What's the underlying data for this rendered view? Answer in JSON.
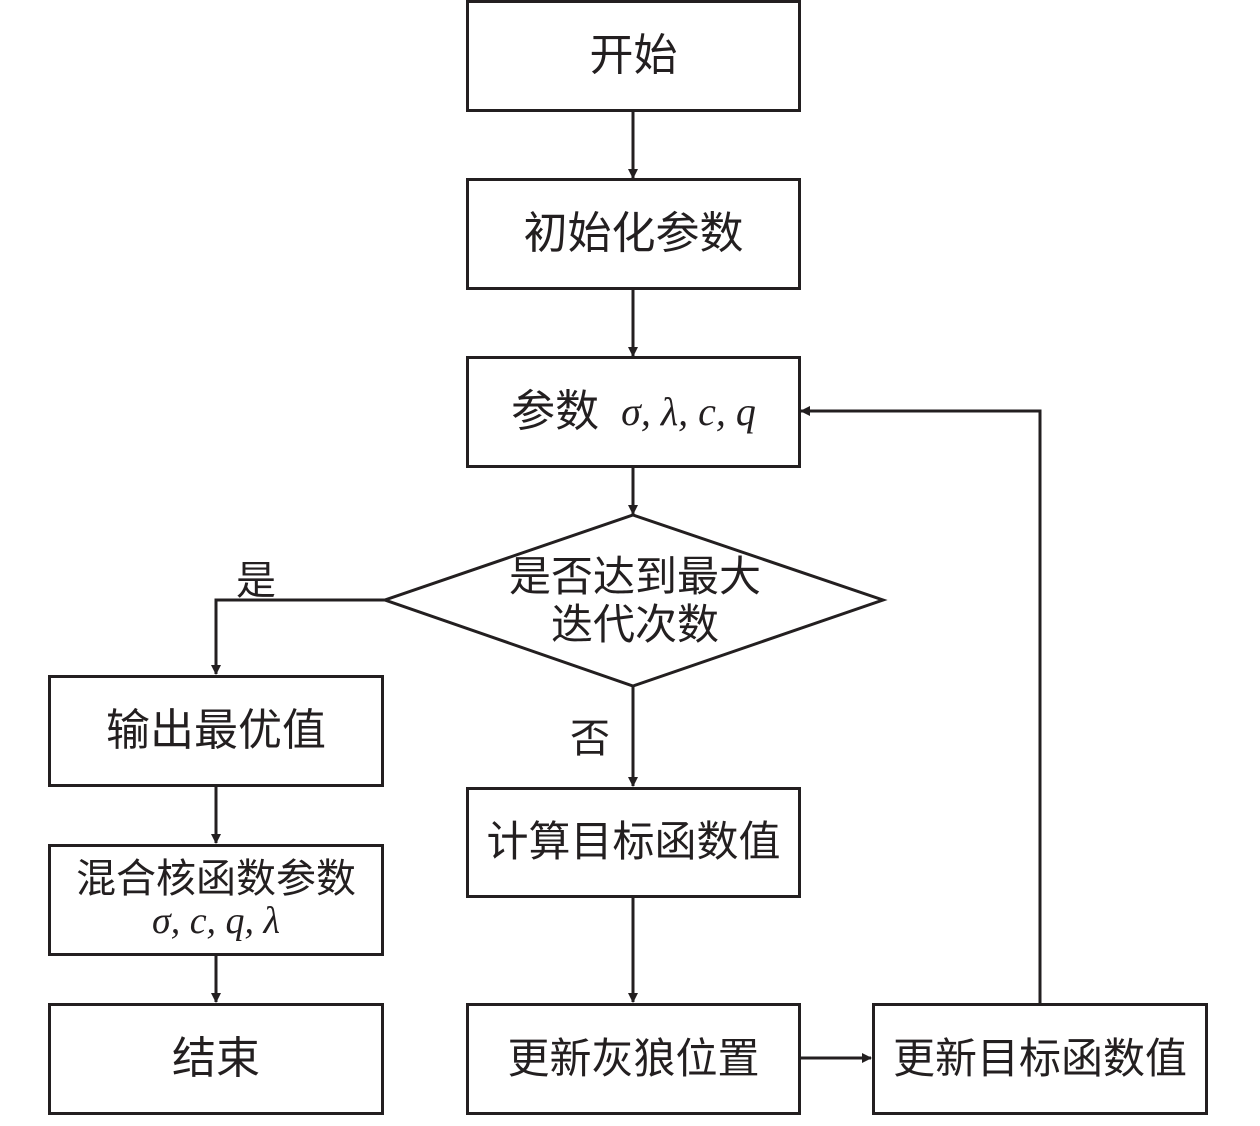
{
  "nodes": {
    "start": "开始",
    "init": "初始化参数",
    "params_prefix": "参数",
    "params_vars": "σ, λ, c, q",
    "decision_line1": "是否达到最大",
    "decision_line2": "迭代次数",
    "output": "输出最优值",
    "mixed_kernel_line1": "混合核函数参数",
    "mixed_kernel_line2": "σ, c, q, λ",
    "end": "结束",
    "compute": "计算目标函数值",
    "update_wolf": "更新灰狼位置",
    "update_obj": "更新目标函数值"
  },
  "edge_labels": {
    "yes": "是",
    "no": "否"
  },
  "colors": {
    "stroke": "#231f20",
    "background": "#ffffff"
  }
}
